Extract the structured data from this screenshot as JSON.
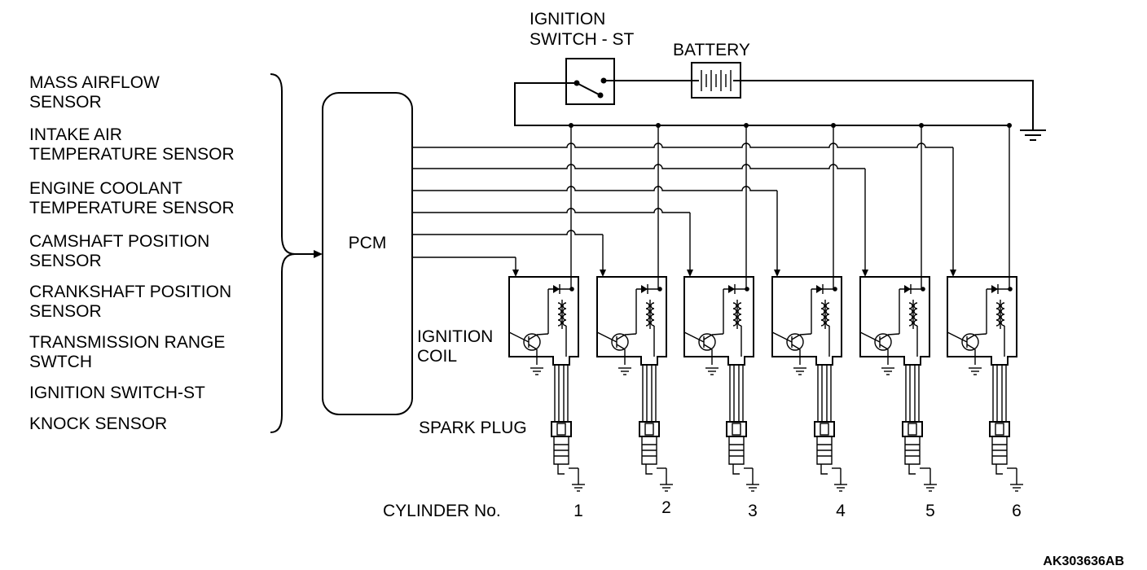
{
  "diagram": {
    "inputs": [
      [
        "MASS AIRFLOW",
        "SENSOR"
      ],
      [
        "INTAKE AIR",
        "TEMPERATURE SENSOR"
      ],
      [
        "ENGINE COOLANT",
        "TEMPERATURE SENSOR"
      ],
      [
        "CAMSHAFT POSITION",
        "SENSOR"
      ],
      [
        "CRANKSHAFT POSITION",
        "SENSOR"
      ],
      [
        "TRANSMISSION RANGE",
        "SWTCH"
      ],
      [
        "IGNITION SWITCH-ST"
      ],
      [
        "KNOCK SENSOR"
      ]
    ],
    "pcm_label": "PCM",
    "ignition_switch_label": [
      "IGNITION",
      "SWITCH - ST"
    ],
    "battery_label": "BATTERY",
    "ignition_coil_label": [
      "IGNITION",
      "COIL"
    ],
    "spark_plug_label": "SPARK PLUG",
    "cylinder_label": "CYLINDER No.",
    "cylinders": [
      "1",
      "2",
      "3",
      "4",
      "5",
      "6"
    ],
    "figure_code": "AK303636AB"
  }
}
